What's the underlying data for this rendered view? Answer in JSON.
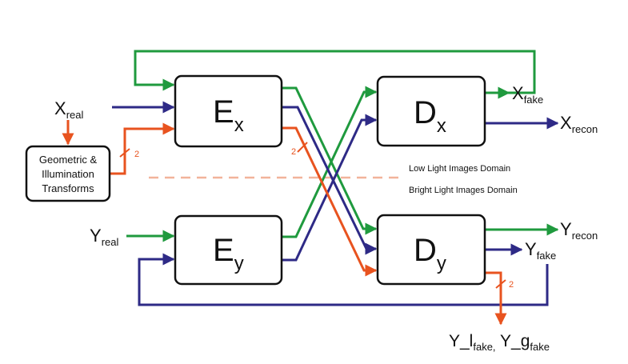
{
  "blocks": {
    "ex": {
      "main": "E",
      "sub": "x"
    },
    "ey": {
      "main": "E",
      "sub": "y"
    },
    "dx": {
      "main": "D",
      "sub": "x"
    },
    "dy": {
      "main": "D",
      "sub": "y"
    }
  },
  "transform_box": {
    "line1": "Geometric &",
    "line2": "Illumination",
    "line3": "Transforms"
  },
  "signals": {
    "x_real": {
      "main": "X",
      "sub": "real"
    },
    "y_real": {
      "main": "Y",
      "sub": "real"
    },
    "x_fake": {
      "main": "X",
      "sub": "fake"
    },
    "x_recon": {
      "main": "X",
      "sub": "recon"
    },
    "y_recon": {
      "main": "Y",
      "sub": "recon"
    },
    "y_fake": {
      "main": "Y",
      "sub": "fake"
    },
    "y_lg_fake": {
      "part1": "Y_l",
      "sub1": "fake,",
      "part2": " Y_g",
      "sub2": "fake"
    }
  },
  "multiplicity": {
    "transform_out": "2",
    "ex_out": "2",
    "dy_out": "2"
  },
  "domains": {
    "upper": "Low Light Images Domain",
    "lower": "Bright Light Images Domain"
  },
  "colors": {
    "green": "#1f9a3e",
    "navy": "#2e2a86",
    "orange": "#e8531f",
    "dash": "#f2b39a"
  }
}
